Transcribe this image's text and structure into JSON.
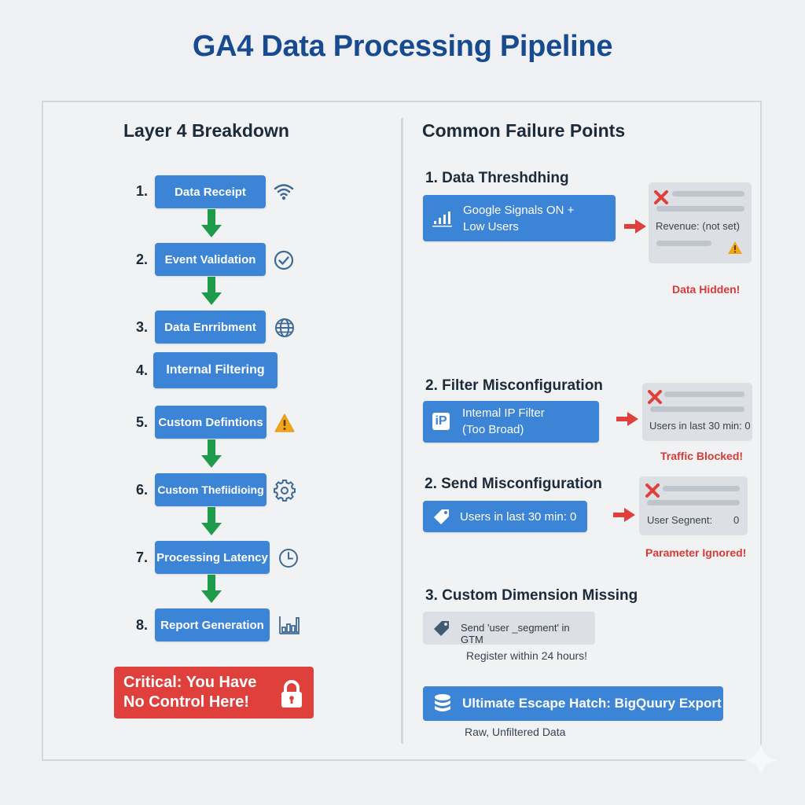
{
  "title": "GA4 Data Processing Pipeline",
  "left": {
    "heading": "Layer 4 Breakdown",
    "steps": [
      {
        "num": "1.",
        "label": "Data Receipt",
        "icon": "wifi-icon"
      },
      {
        "num": "2.",
        "label": "Event Validation",
        "icon": "check-circle-icon"
      },
      {
        "num": "3.",
        "label": "Data Enrribment",
        "icon": "globe-icon"
      },
      {
        "num": "4.",
        "label": "Internal Filtering",
        "icon": ""
      },
      {
        "num": "5.",
        "label": "Custom Defintions",
        "icon": "warning-icon"
      },
      {
        "num": "6.",
        "label": "Custom Thefiidioing",
        "icon": "gear-icon"
      },
      {
        "num": "7.",
        "label": "Processing Latency",
        "icon": "clock-icon"
      },
      {
        "num": "8.",
        "label": "Report Generation",
        "icon": "bar-chart-icon"
      }
    ],
    "critical": {
      "line1": "Critical: You Have",
      "line2": "No Control Here!",
      "icon": "lock-icon"
    }
  },
  "right": {
    "heading": "Common Failure Points",
    "failures": [
      {
        "title": "1. Data Threshdhing",
        "box_line1": "Google Signals ON +",
        "box_line2": "Low Users",
        "box_icon": "signal-bars-icon",
        "card_text": "Revenue: (not set)",
        "result": "Data Hidden!"
      },
      {
        "title": "2. Filter Misconfiguration",
        "box_line1": "Intemal IP Filter",
        "box_line2": "(Too Broad)",
        "box_icon": "ip-icon",
        "icon_text": "iP",
        "card_text": "Users in last 30 min: 0",
        "result": "Traffic Blocked!"
      },
      {
        "title": "2. Send Misconfiguration",
        "box_line1": "Users in last 30 min: 0",
        "box_icon": "tag-icon",
        "card_label": "User Segnent:",
        "card_value": "0",
        "result": "Parameter Ignored!"
      },
      {
        "title": "3. Custom Dimension Missing",
        "box_line1": "Send 'user _segment' in GTM",
        "box_icon": "tag-icon",
        "note": "Register within 24 hours!"
      }
    ],
    "escape": {
      "label": "Ultimate Escape Hatch: BigQuury Export",
      "icon": "database-icon",
      "note": "Raw, Unfiltered Data"
    }
  },
  "colors": {
    "title": "#174a8f",
    "box": "#3b84d6",
    "arrow": "#1e9a4b",
    "critical": "#e0403b",
    "alert": "#d93a36",
    "warning": "#f2a516"
  }
}
